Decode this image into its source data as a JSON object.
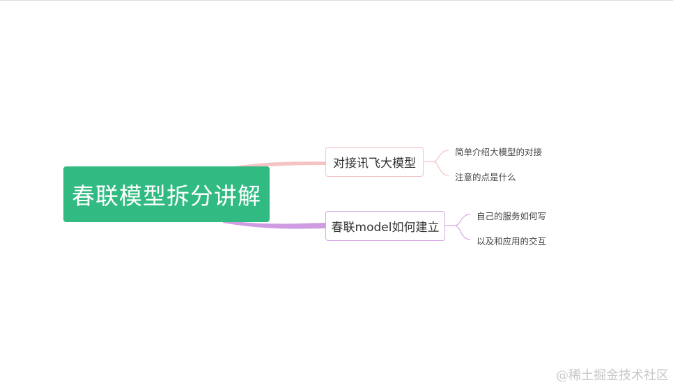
{
  "mindmap": {
    "root": {
      "label": "春联模型拆分讲解",
      "color": "#31ba81"
    },
    "branches": [
      {
        "label": "对接讯飞大模型",
        "color": "#f5c3c3",
        "children": [
          "简单介绍大模型的对接",
          "注意的点是什么"
        ]
      },
      {
        "label": "春联model如何建立",
        "color": "#d5a7e6",
        "children": [
          "自己的服务如何写",
          "以及和应用的交互"
        ]
      }
    ]
  },
  "watermark": "@稀土掘金技术社区"
}
